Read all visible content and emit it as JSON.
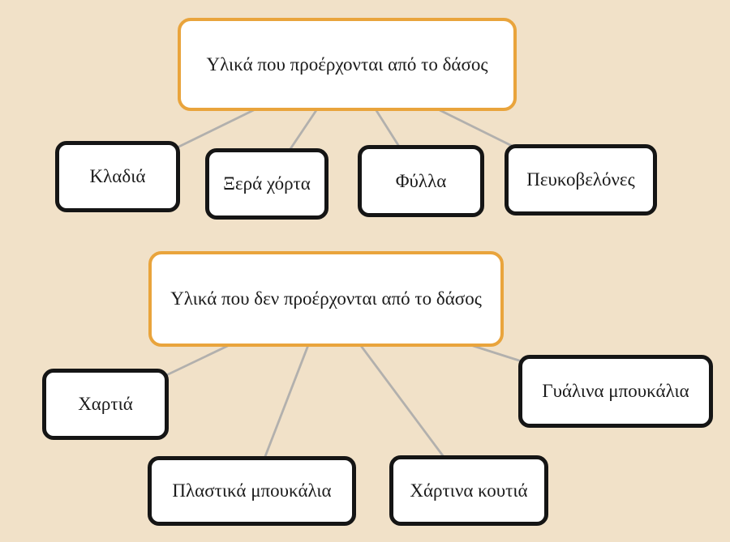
{
  "colors": {
    "background": "#f1e1c8",
    "root_border": "#e9a43c",
    "child_border": "#151515",
    "node_fill": "#ffffff",
    "connector": "#b2b0ad",
    "text": "#1b1b1b"
  },
  "trees": [
    {
      "root": {
        "label": "Υλικά που προέρχονται από το δάσος"
      },
      "children": [
        {
          "label": "Κλαδιά"
        },
        {
          "label": "Ξερά χόρτα"
        },
        {
          "label": "Φύλλα"
        },
        {
          "label": "Πευκοβελόνες"
        }
      ]
    },
    {
      "root": {
        "label": "Υλικά που δεν προέρχονται από το δάσος"
      },
      "children": [
        {
          "label": "Χαρτιά"
        },
        {
          "label": "Πλαστικά μπουκάλια"
        },
        {
          "label": "Χάρτινα κουτιά"
        },
        {
          "label": "Γυάλινα μπουκάλια"
        }
      ]
    }
  ]
}
